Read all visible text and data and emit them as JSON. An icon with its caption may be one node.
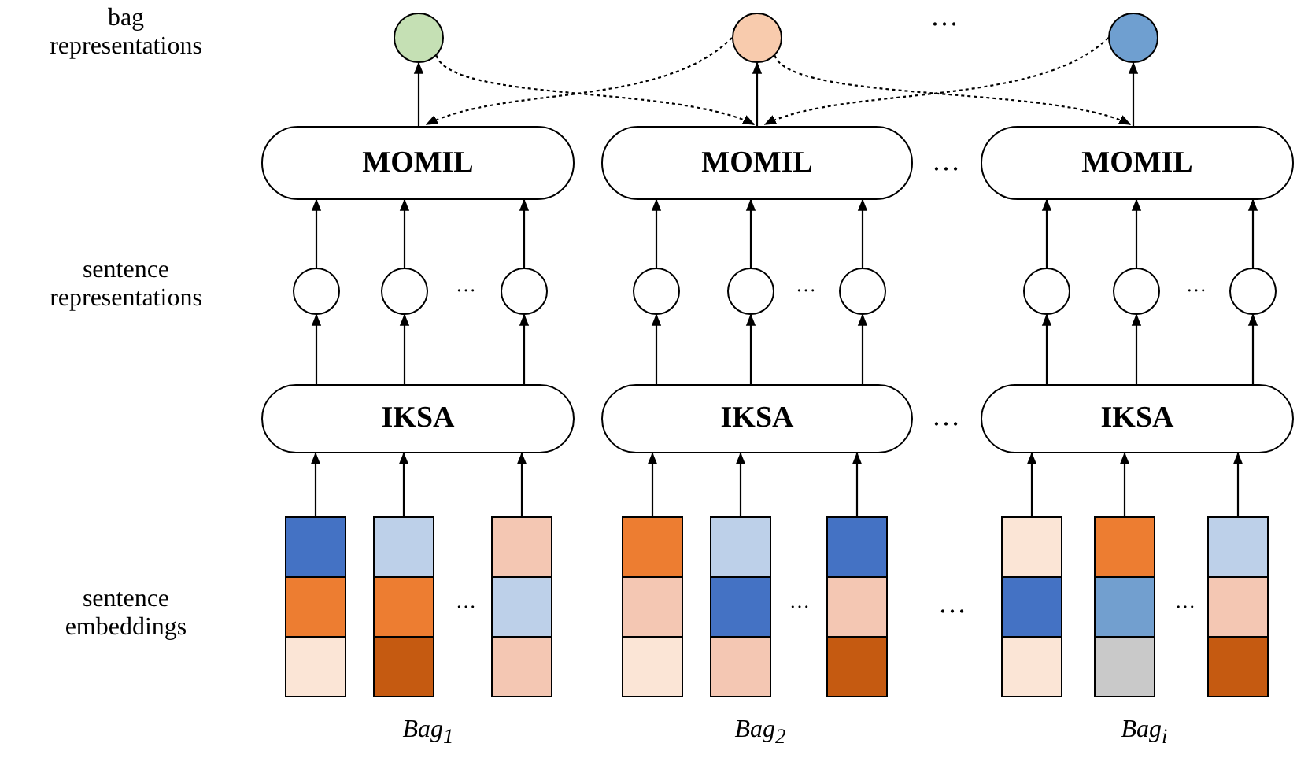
{
  "diagram": {
    "nodes": [
      {
        "text": [],
        "shape": "circle"
      },
      {
        "text": [],
        "shape": "circle"
      },
      {
        "text": [],
        "shape": "circle"
      },
      {
        "text": [
          "MOMIL"
        ]
      },
      {
        "text": [
          "MOMIL"
        ]
      },
      {
        "text": [
          "MOMIL"
        ]
      },
      {
        "text": [],
        "shape": "circle"
      },
      {
        "text": [],
        "shape": "circle"
      },
      {
        "text": [],
        "shape": "circle"
      },
      {
        "text": [],
        "shape": "circle"
      },
      {
        "text": [],
        "shape": "circle"
      },
      {
        "text": [],
        "shape": "circle"
      },
      {
        "text": [],
        "shape": "circle"
      },
      {
        "text": [],
        "shape": "circle"
      },
      {
        "text": [],
        "shape": "circle"
      },
      {
        "text": [
          "IKSA"
        ]
      },
      {
        "text": [
          "IKSA"
        ]
      },
      {
        "text": [
          "IKSA"
        ]
      },
      {
        "text": [],
        "shape": "bar"
      },
      {
        "text": [],
        "shape": "bar"
      },
      {
        "text": [],
        "shape": "bar"
      },
      {
        "text": [],
        "shape": "bar"
      },
      {
        "text": [],
        "shape": "bar"
      },
      {
        "text": [],
        "shape": "bar"
      },
      {
        "text": [],
        "shape": "bar"
      },
      {
        "text": [],
        "shape": "bar"
      },
      {
        "text": [],
        "shape": "bar"
      }
    ],
    "edges": [
      {
        "from": 3,
        "to": 0,
        "arrow": "to"
      },
      {
        "from": 4,
        "to": 1,
        "arrow": "to"
      },
      {
        "from": 5,
        "to": 2,
        "arrow": "to"
      },
      {
        "from": 0,
        "to": 4,
        "arrow": "to",
        "style": "dashed"
      },
      {
        "from": 1,
        "to": 3,
        "arrow": "to",
        "style": "dashed"
      },
      {
        "from": 1,
        "to": 5,
        "arrow": "to",
        "style": "dashed"
      },
      {
        "from": 2,
        "to": 4,
        "arrow": "to",
        "style": "dashed"
      },
      {
        "from": 6,
        "to": 3,
        "arrow": "to"
      },
      {
        "from": 7,
        "to": 3,
        "arrow": "to"
      },
      {
        "from": 8,
        "to": 3,
        "arrow": "to"
      },
      {
        "from": 9,
        "to": 4,
        "arrow": "to"
      },
      {
        "from": 10,
        "to": 4,
        "arrow": "to"
      },
      {
        "from": 11,
        "to": 4,
        "arrow": "to"
      },
      {
        "from": 12,
        "to": 5,
        "arrow": "to"
      },
      {
        "from": 13,
        "to": 5,
        "arrow": "to"
      },
      {
        "from": 14,
        "to": 5,
        "arrow": "to"
      },
      {
        "from": 15,
        "to": 6,
        "arrow": "to"
      },
      {
        "from": 15,
        "to": 7,
        "arrow": "to"
      },
      {
        "from": 15,
        "to": 8,
        "arrow": "to"
      },
      {
        "from": 16,
        "to": 9,
        "arrow": "to"
      },
      {
        "from": 16,
        "to": 10,
        "arrow": "to"
      },
      {
        "from": 16,
        "to": 11,
        "arrow": "to"
      },
      {
        "from": 17,
        "to": 12,
        "arrow": "to"
      },
      {
        "from": 17,
        "to": 13,
        "arrow": "to"
      },
      {
        "from": 17,
        "to": 14,
        "arrow": "to"
      },
      {
        "from": 18,
        "to": 15,
        "arrow": "to"
      },
      {
        "from": 19,
        "to": 15,
        "arrow": "to"
      },
      {
        "from": 20,
        "to": 15,
        "arrow": "to"
      },
      {
        "from": 21,
        "to": 16,
        "arrow": "to"
      },
      {
        "from": 22,
        "to": 16,
        "arrow": "to"
      },
      {
        "from": 23,
        "to": 16,
        "arrow": "to"
      },
      {
        "from": 24,
        "to": 17,
        "arrow": "to"
      },
      {
        "from": 25,
        "to": 17,
        "arrow": "to"
      },
      {
        "from": 26,
        "to": 17,
        "arrow": "to"
      }
    ],
    "labels": [
      "bag representations",
      "…",
      "…",
      "sentence representations",
      "…",
      "…",
      "…",
      "…",
      "sentence embeddings",
      "…",
      "…",
      "…",
      "…",
      "Bag$_{1}$",
      "Bag$_{2}$",
      "Bag$_{i}$"
    ]
  }
}
